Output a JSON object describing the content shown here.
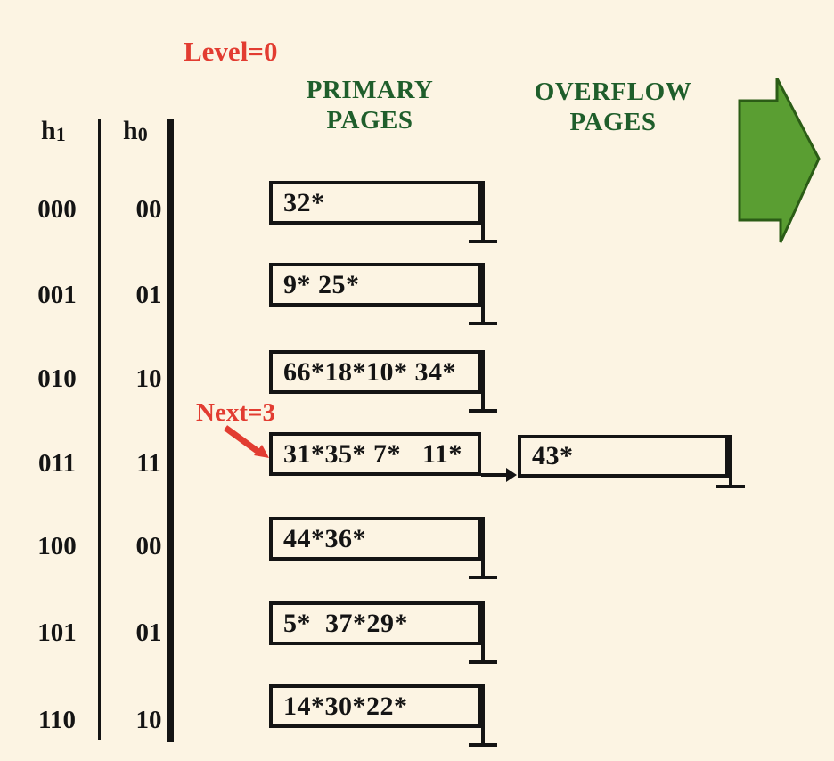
{
  "colors": {
    "background": "#fcf4e3",
    "red": "#e23c31",
    "green": "#1f5e2b",
    "arrow_fill": "#5a9e32",
    "arrow_stroke": "#2b5c16",
    "ink": "#141414"
  },
  "annotations": {
    "level": "Level=0",
    "next": "Next=3"
  },
  "headers": {
    "primary": "PRIMARY\nPAGES",
    "overflow": "OVERFLOW\nPAGES"
  },
  "hash_columns": {
    "h1": {
      "base": "h",
      "sub": "1"
    },
    "h0": {
      "base": "h",
      "sub": "0"
    }
  },
  "rows": [
    {
      "h1": "000",
      "h0": "00"
    },
    {
      "h1": "001",
      "h0": "01"
    },
    {
      "h1": "010",
      "h0": "10"
    },
    {
      "h1": "011",
      "h0": "11"
    },
    {
      "h1": "100",
      "h0": "00"
    },
    {
      "h1": "101",
      "h0": "01"
    },
    {
      "h1": "110",
      "h0": "10"
    }
  ],
  "primary_buckets": [
    {
      "entries": "32*"
    },
    {
      "entries": "9* 25*"
    },
    {
      "entries": "66*18*10* 34*"
    },
    {
      "entries": "31*35* 7*   11*"
    },
    {
      "entries": "44*36*"
    },
    {
      "entries": "5*  37*29*"
    },
    {
      "entries": "14*30*22*"
    }
  ],
  "overflow_buckets": [
    {
      "entries": "43*"
    }
  ]
}
